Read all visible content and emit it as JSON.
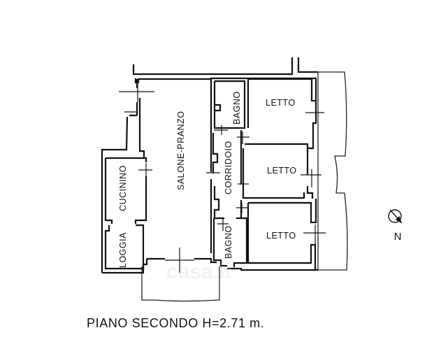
{
  "plan": {
    "rooms": [
      {
        "id": "salone-pranzo",
        "label": "SALONE-PRANZO"
      },
      {
        "id": "bagno-top",
        "label": "BAGNO"
      },
      {
        "id": "letto-1",
        "label": "LETTO"
      },
      {
        "id": "corridoio",
        "label": "CORRIDOIO"
      },
      {
        "id": "letto-2",
        "label": "LETTO"
      },
      {
        "id": "cucinino",
        "label": "CUCININO"
      },
      {
        "id": "loggia",
        "label": "LOGGIA"
      },
      {
        "id": "bagno-bottom",
        "label": "BAGNO"
      },
      {
        "id": "letto-3",
        "label": "LETTO"
      }
    ],
    "compass": {
      "label": "N"
    },
    "caption": "PIANO SECONDO H=2.71 m.",
    "watermark": "casa.it"
  }
}
